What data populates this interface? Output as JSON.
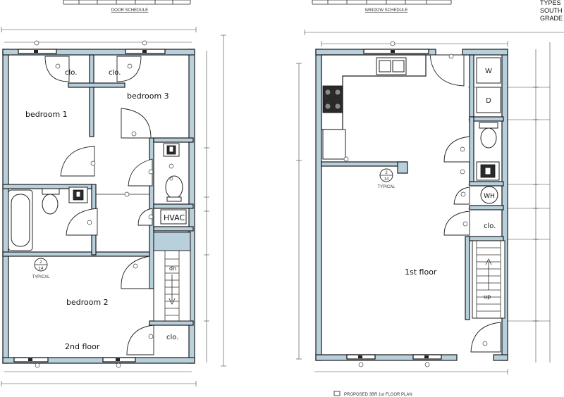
{
  "schedules": {
    "door": "DOOR SCHEDULE",
    "window": "WINDOW SCHEDULE",
    "notes": [
      "TYPES",
      "SOUTH",
      "GRADE"
    ]
  },
  "second_floor": {
    "title": "2nd floor",
    "rooms": {
      "bedroom1": "bedroom 1",
      "bedroom2": "bedroom 2",
      "bedroom3": "bedroom 3",
      "closet1": "clo.",
      "closet2": "clo.",
      "closet3": "clo.",
      "hvac": "HVAC",
      "stairs_dn": "dn"
    },
    "section_tag": {
      "num": "2",
      "sheet": "14",
      "note": "TYPICAL"
    }
  },
  "first_floor": {
    "title": "1st floor",
    "rooms": {
      "washer": "W",
      "dryer": "D",
      "water_heater": "WH",
      "closet": "clo.",
      "stairs_up": "up"
    },
    "section_tag": {
      "num": "2",
      "sheet": "14",
      "note": "TYPICAL"
    },
    "caption": "PROPOSED 3BR 1st FLOOR PLAN"
  },
  "colors": {
    "wall": "#b8cfdc",
    "line": "#1a1a1a"
  },
  "icons": [
    "stair-arrow-icon",
    "section-marker-icon",
    "door-swing-icon",
    "sink-icon",
    "toilet-icon",
    "range-icon"
  ]
}
